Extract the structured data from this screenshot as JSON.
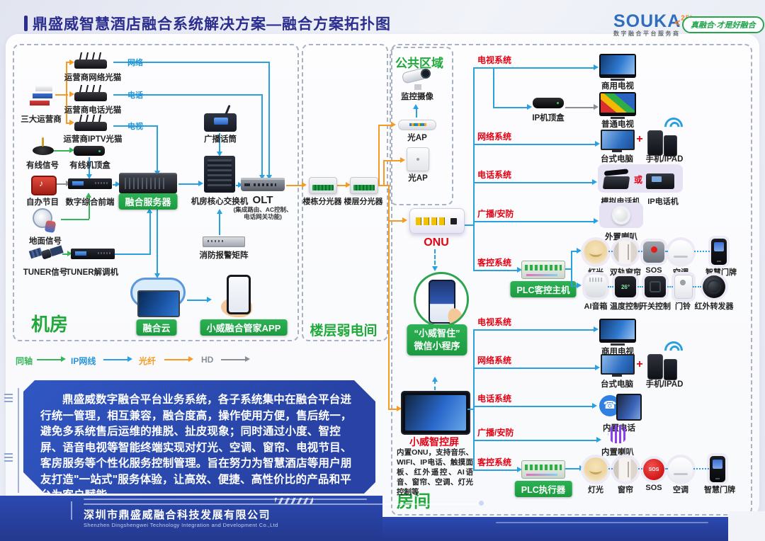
{
  "title": "鼎盛威智慧酒店融合系统解决方案—融合方案拓扑图",
  "logo": {
    "brand": "SOUKA",
    "anniversary": "25'",
    "subtitle": "数字融合平台服务商",
    "chevron": "<",
    "slogan": "真融合·才是好融合"
  },
  "areas": {
    "machine_room": "机房",
    "floor_room": "楼层弱电间",
    "public_area": "公共区域",
    "guest_room": "房间"
  },
  "links": {
    "network": "网络",
    "telephone": "电话",
    "tv": "电视"
  },
  "legend": {
    "coax": "同轴",
    "ip": "IP网线",
    "fiber": "光纤",
    "hd": "HD"
  },
  "machine_room": {
    "operators": "三大运营商",
    "net_modem": "运营商网络光猫",
    "tel_modem": "运营商电话光猫",
    "iptv_modem": "运营商IPTV光猫",
    "cable_signal": "有线信号",
    "cable_stb": "有线机顶盒",
    "self_program": "自办节目",
    "digital_frontend": "数字综合前端",
    "fusion_server": "融合服务器",
    "ground_signal": "地面信号",
    "tuner_signal": "TUNER信号",
    "tuner_demod": "TUNER解调机",
    "broadcast_mic": "广播话筒",
    "core_switch": "机房核心交换机",
    "olt": "OLT",
    "olt_note": "(集成路由、AC控制、电话网关功能)",
    "fire_matrix": "消防报警矩阵",
    "building_splitter": "楼栋分光器",
    "floor_splitter": "楼层分光器",
    "fusion_cloud": "融合云",
    "butler_app": "小威融合管家APP"
  },
  "public_area": {
    "camera": "监控摄像",
    "optical_ap1": "光AP",
    "optical_ap2": "光AP"
  },
  "room_core": {
    "onu": "ONU",
    "mini_line1": "“小威智住”",
    "mini_line2": "微信小程序",
    "ctrl_screen": "小威智控屏",
    "ctrl_desc": "内置ONU，支持音乐、WIFI、IP电话、触摸面板、红外遥控、AI语音、窗帘、空调、灯光控制等"
  },
  "systems": {
    "tv": "电视系统",
    "network": "网络系统",
    "telephone": "电话系统",
    "broadcast": "广播/安防",
    "guest_ctrl": "客控系统"
  },
  "upper": {
    "biz_tv": "商用电视",
    "ip_stb": "IP机顶盒",
    "normal_tv": "普通电视",
    "pc": "台式电脑",
    "plus": "+",
    "mobile": "手机/IPAD",
    "analog_phone": "模拟电话机",
    "or": "或",
    "ip_phone": "IP电话机",
    "ext_speaker": "外置喇叭",
    "plc_host": "PLC客控主机",
    "light": "灯光",
    "dual_curtain": "双轨窗帘",
    "sos": "SOS",
    "ac": "空调",
    "door_plate": "智慧门牌",
    "ai_speaker": "AI音箱",
    "temp_ctrl": "温度控制",
    "switch_ctrl": "开关控制",
    "doorbell": "门铃",
    "ir": "红外转发器"
  },
  "lower": {
    "biz_tv": "商用电视",
    "pc": "台式电脑",
    "plus": "+",
    "mobile": "手机/IPAD",
    "builtin_phone": "内置电话",
    "builtin_speaker": "内置喇叭",
    "plc_exec": "PLC执行器",
    "light": "灯光",
    "curtain": "窗帘",
    "sos": "SOS",
    "ac": "空调",
    "door_plate": "智慧门牌"
  },
  "intro": "鼎盛威数字融合平台业务系统，各子系统集中在融合平台进行统一管理，相互兼容，融合度高，操作使用方便，售后统一，避免多系统售后运维的推脱、扯皮现象；同时通过小度、智控屏、语音电视等智能终端实现对灯光、空调、窗帘、电视节目、客房服务等个性化服务控制管理。旨在努力为智慧酒店等用户朋友打造\"一站式\"服务体验，让高效、便捷、高性价比的产品和平台为客户赋能。",
  "footer": {
    "company": "深圳市鼎盛威融合科技发展有限公司",
    "company_en": "Shenzhen Dingshengwei Technology Integration and Development Co.,Ltd"
  },
  "colors": {
    "accent_green": "#21a93c",
    "label_red": "#e60012",
    "line_cyan": "#29a0e0",
    "line_orange": "#f59a23",
    "line_green": "#35b558",
    "footer_blue": "#2b49b0"
  }
}
